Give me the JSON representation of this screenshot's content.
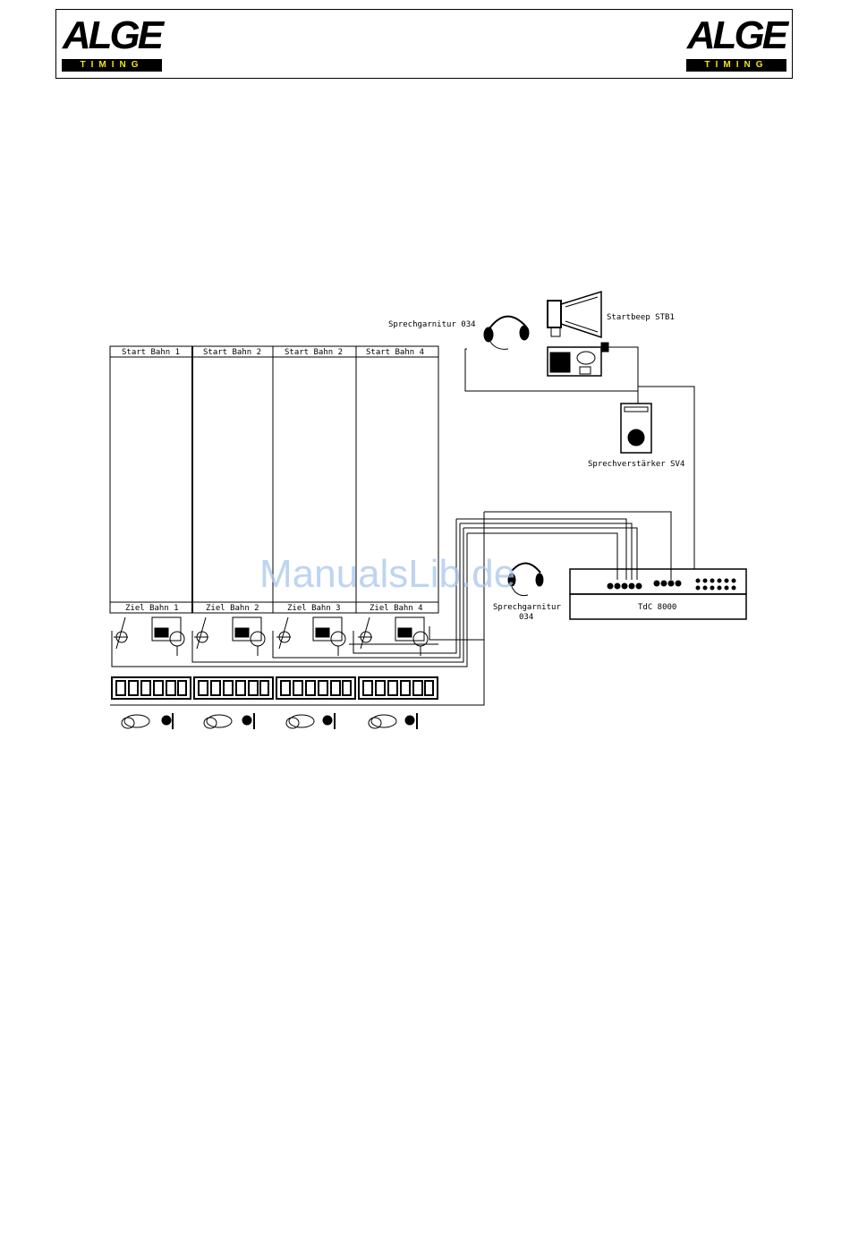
{
  "header": {
    "logo_left": {
      "brand": "ALGE",
      "tagline": "TIMING"
    },
    "logo_right": {
      "brand": "ALGE",
      "tagline": "TIMING"
    }
  },
  "diagram": {
    "lanes": [
      {
        "start": "Start Bahn 1",
        "finish": "Ziel Bahn 1"
      },
      {
        "start": "Start Bahn 2",
        "finish": "Ziel Bahn 2"
      },
      {
        "start": "Start Bahn 2",
        "finish": "Ziel Bahn 3"
      },
      {
        "start": "Start Bahn 4",
        "finish": "Ziel Bahn 4"
      }
    ],
    "headset_top": "Sprechgarnitur 034",
    "start_beep": "Startbeep STB1",
    "amplifier": "Sprechverstärker SV4",
    "headset_bottom_line1": "Sprechgarnitur",
    "headset_bottom_line2": "034",
    "controller": "TdC 8000",
    "watermark": "ManualsLib.de"
  }
}
